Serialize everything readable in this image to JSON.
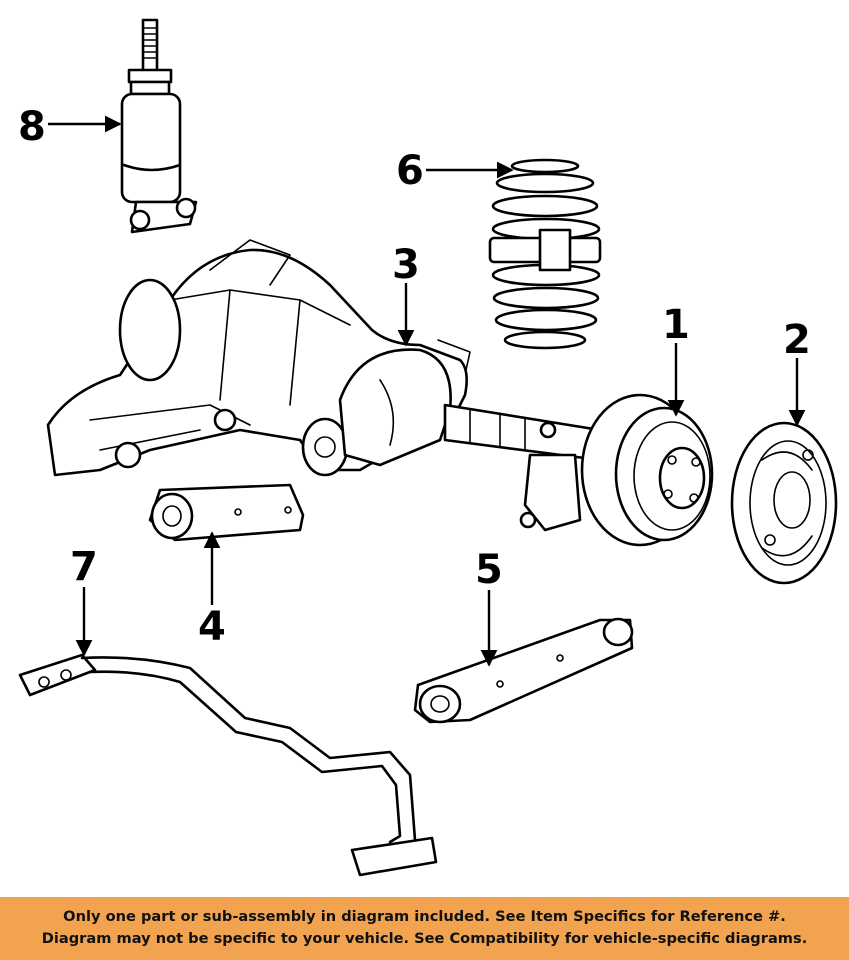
{
  "callouts": {
    "c1": "1",
    "c2": "2",
    "c3": "3",
    "c4": "4",
    "c5": "5",
    "c6": "6",
    "c7": "7",
    "c8": "8"
  },
  "footer": {
    "line1": "Only one part or sub-assembly in diagram included. See Item Specifics for Reference #.",
    "line2": "Diagram may not be specific to your vehicle. See Compatibility for vehicle-specific diagrams."
  },
  "colors": {
    "footer_background": "#f1a350",
    "line_art": "#000000",
    "background": "#ffffff"
  }
}
